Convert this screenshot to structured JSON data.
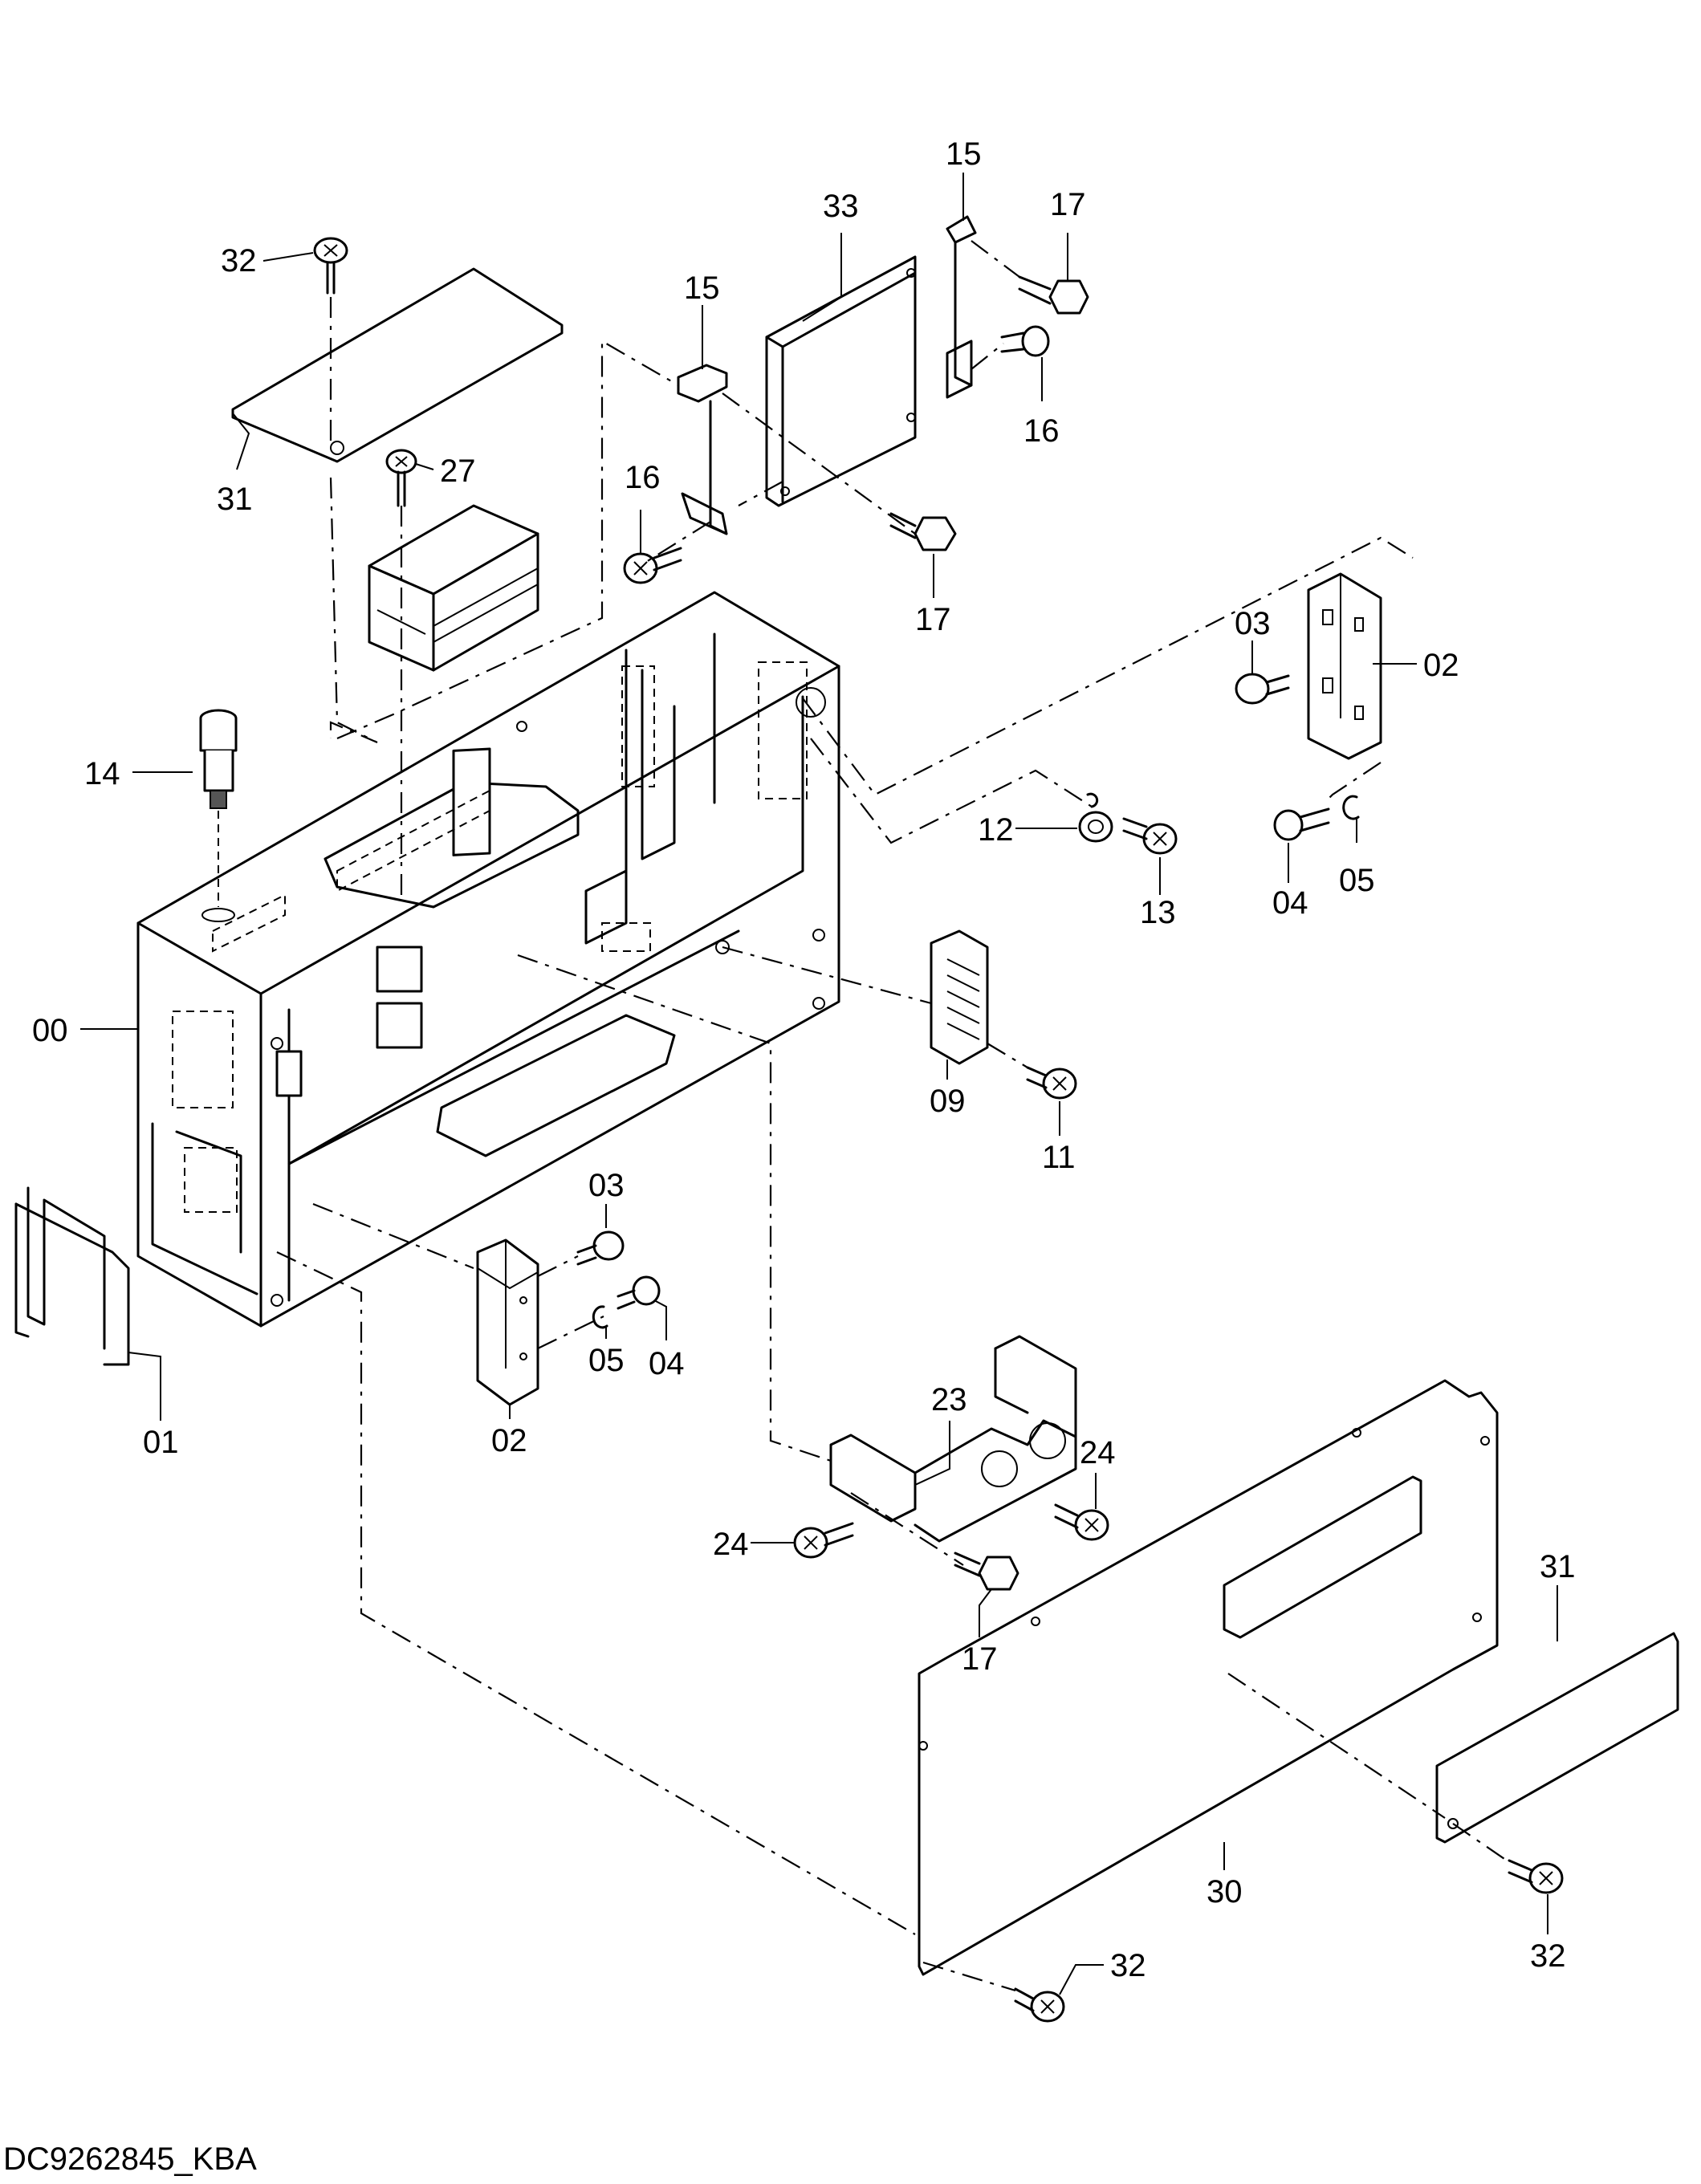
{
  "drawing_code": "DC9262845_KBA",
  "callouts": {
    "c32a": "32",
    "c31a": "31",
    "c27": "27",
    "c15a": "15",
    "c15b": "15",
    "c33": "33",
    "c17a": "17",
    "c16a": "16",
    "c16b": "16",
    "c17b": "17",
    "c03a": "03",
    "c02a": "02",
    "c14": "14",
    "c12": "12",
    "c13": "13",
    "c04a": "04",
    "c05a": "05",
    "c00": "00",
    "c09": "09",
    "c11": "11",
    "c01": "01",
    "c03b": "03",
    "c04b": "04",
    "c05b": "05",
    "c02b": "02",
    "c23": "23",
    "c24a": "24",
    "c24b": "24",
    "c17c": "17",
    "c31b": "31",
    "c30": "30",
    "c32b": "32",
    "c32c": "32"
  }
}
